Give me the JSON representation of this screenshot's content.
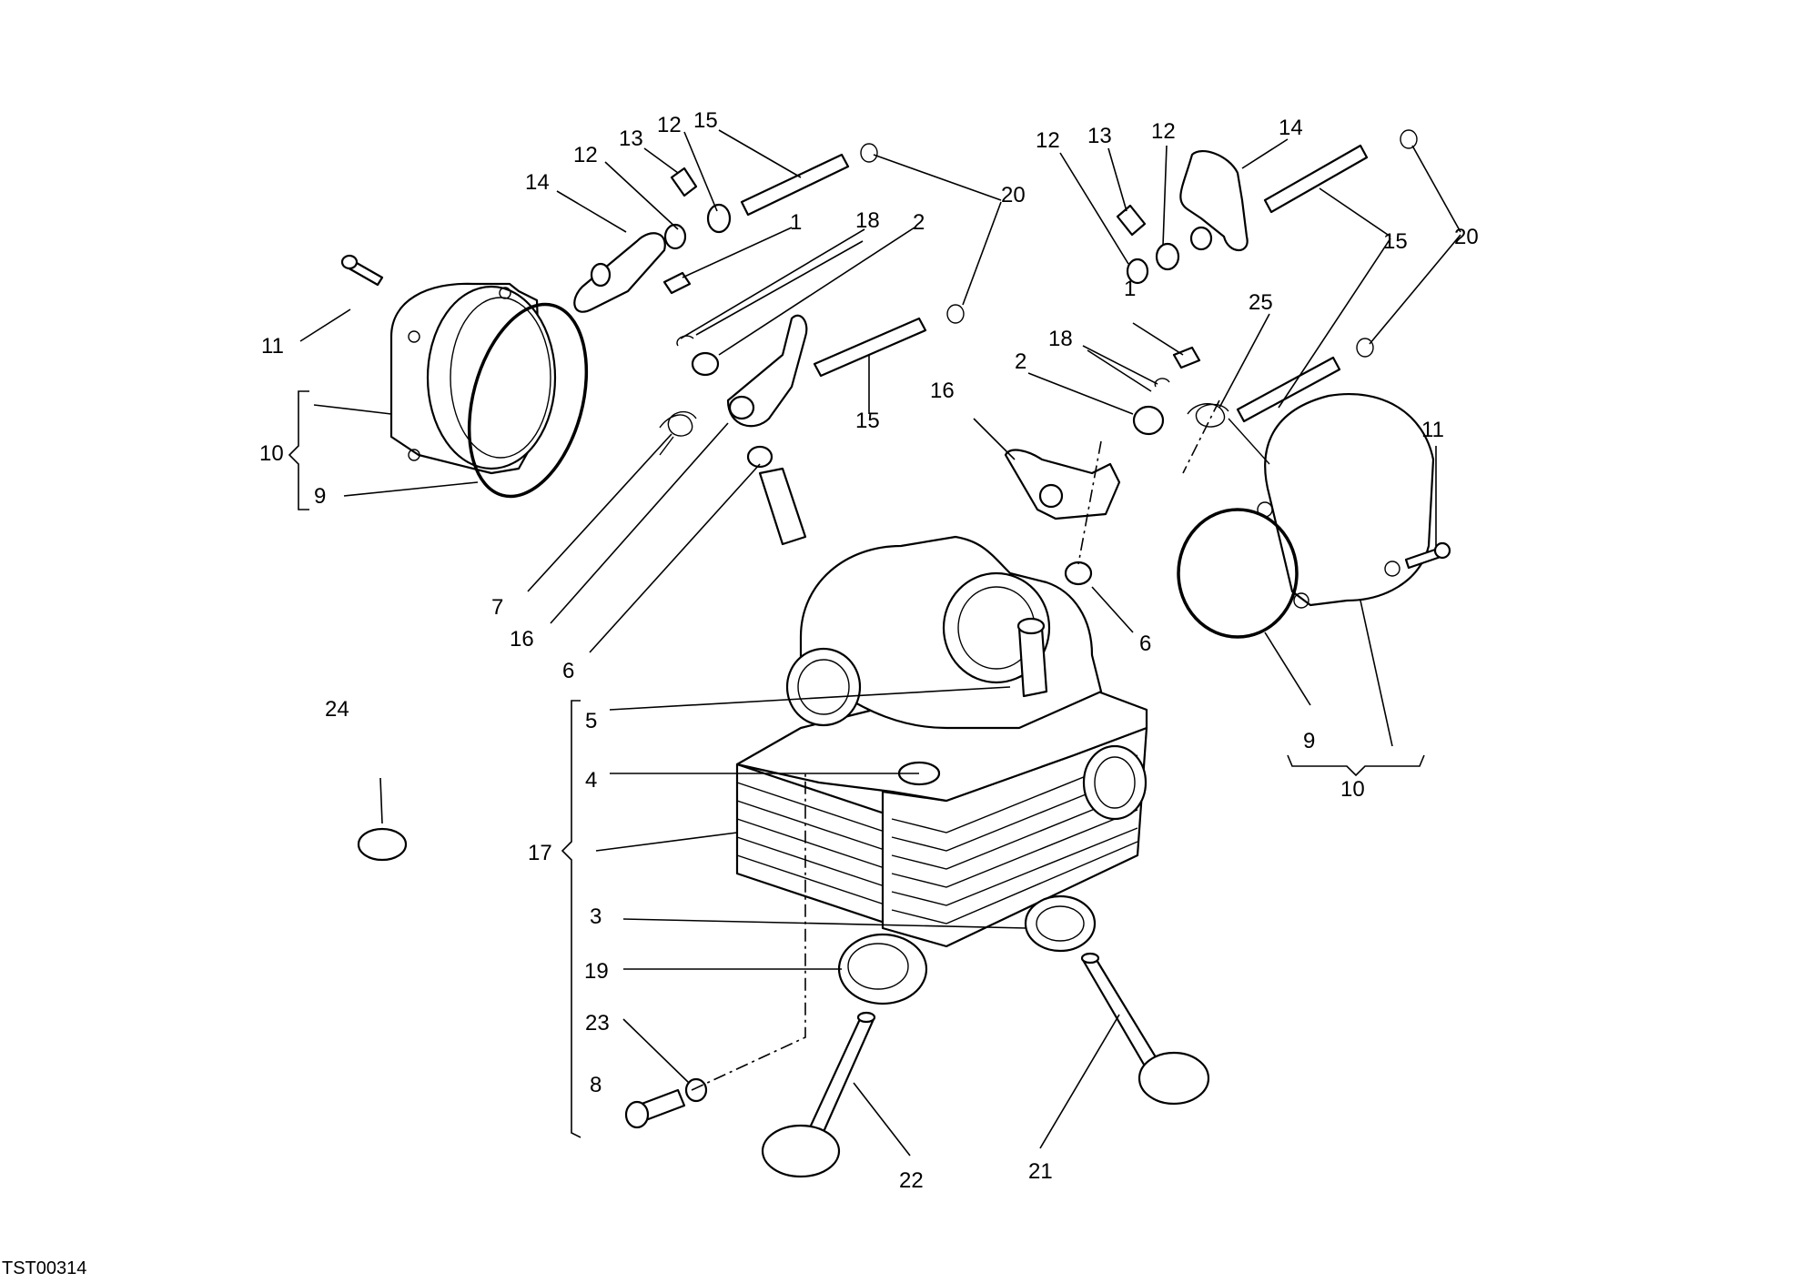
{
  "drawing_code": "TST00314",
  "callouts": {
    "c1a": "1",
    "c1b": "1",
    "c2a": "2",
    "c2b": "2",
    "c3": "3",
    "c4": "4",
    "c5": "5",
    "c6a": "6",
    "c6b": "6",
    "c7": "7",
    "c8": "8",
    "c9a": "9",
    "c9b": "9",
    "c10a": "10",
    "c10b": "10",
    "c11a": "11",
    "c11b": "11",
    "c12a": "12",
    "c12b": "12",
    "c12c": "12",
    "c12d": "12",
    "c13a": "13",
    "c13b": "13",
    "c14a": "14",
    "c14b": "14",
    "c15a": "15",
    "c15b": "15",
    "c15c": "15",
    "c16a": "16",
    "c16b": "16",
    "c17": "17",
    "c18a": "18",
    "c18b": "18",
    "c19": "19",
    "c20a": "20",
    "c20b": "20",
    "c21": "21",
    "c22": "22",
    "c23": "23",
    "c24": "24",
    "c25": "25"
  }
}
